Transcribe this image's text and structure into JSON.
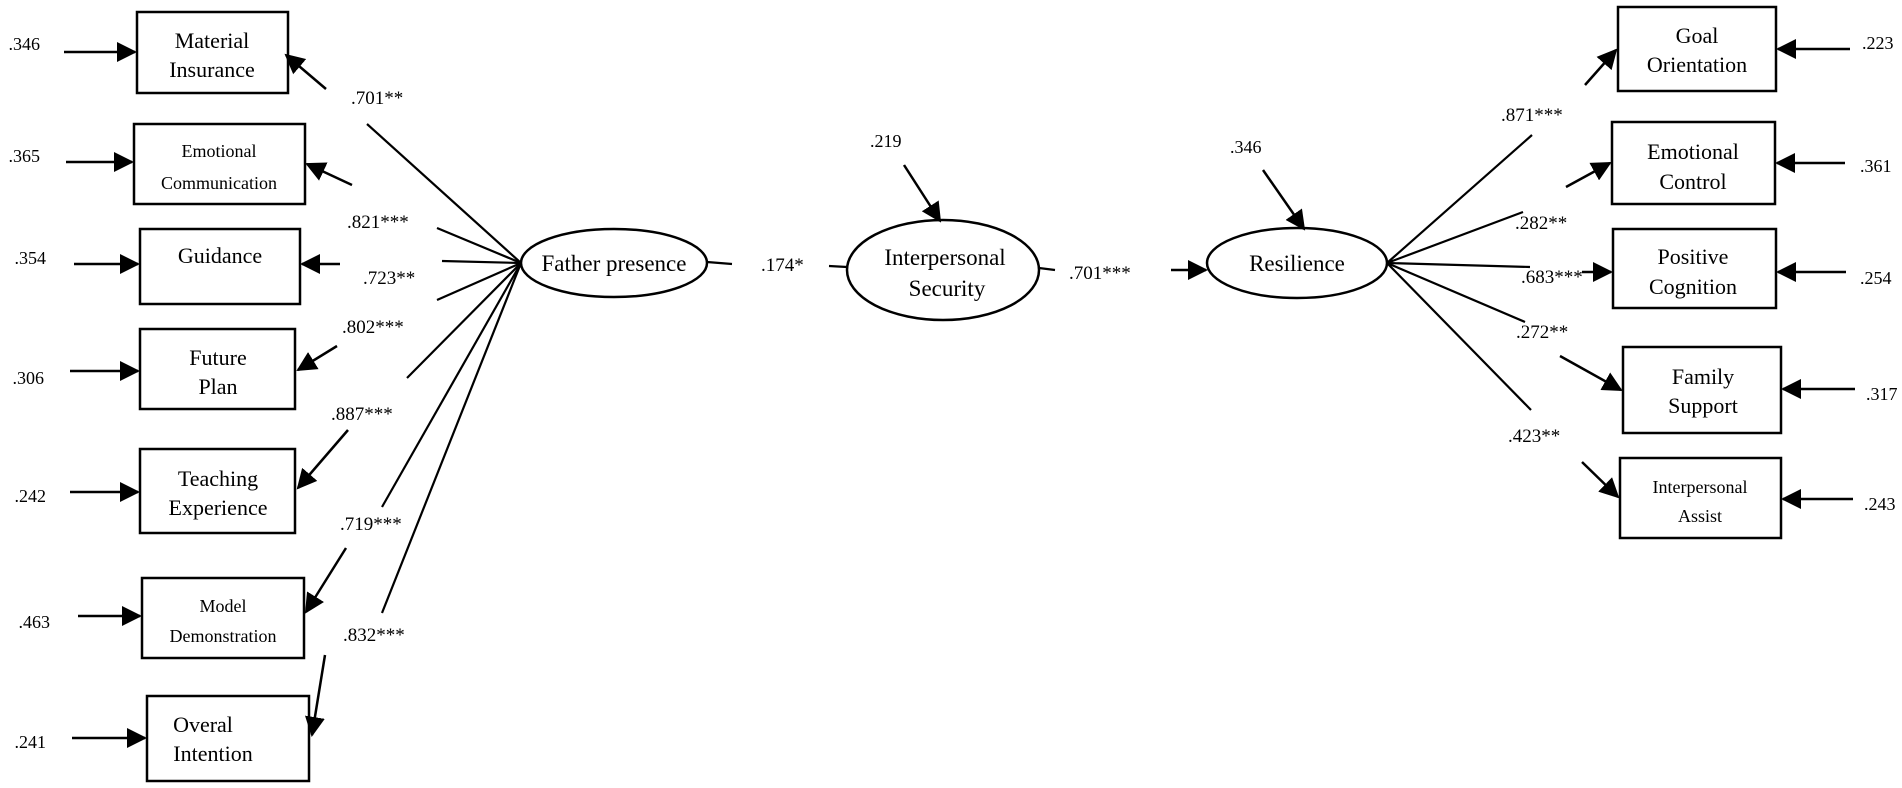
{
  "latent": {
    "father_presence": "Father presence",
    "interpersonal_security": [
      "Interpersonal",
      "Security"
    ],
    "resilience": "Resilience"
  },
  "latent_residuals": {
    "interpersonal_security": ".219",
    "resilience": ".346"
  },
  "paths": {
    "father_to_security": ".174*",
    "security_to_resilience": ".701***"
  },
  "left_indicators": [
    {
      "lines": [
        "Material",
        "Insurance"
      ],
      "loading": ".701**",
      "error": ".346",
      "small": false
    },
    {
      "lines": [
        "Emotional",
        "Communication"
      ],
      "loading": ".821***",
      "error": ".365",
      "small": true
    },
    {
      "lines": [
        "Guidance"
      ],
      "loading": ".723**",
      "error": ".354",
      "small": false
    },
    {
      "lines": [
        "Future",
        "Plan"
      ],
      "loading": ".802***",
      "error": ".306",
      "small": false
    },
    {
      "lines": [
        "Teaching",
        "Experience"
      ],
      "loading": ".887***",
      "error": ".242",
      "small": false
    },
    {
      "lines": [
        "Model",
        "Demonstration"
      ],
      "loading": ".719***",
      "error": ".463",
      "small": true
    },
    {
      "lines": [
        "Overal",
        "Intention"
      ],
      "loading": ".832***",
      "error": ".241",
      "small": false
    }
  ],
  "right_indicators": [
    {
      "lines": [
        "Goal",
        "Orientation"
      ],
      "loading": ".871***",
      "error": ".223",
      "small": false
    },
    {
      "lines": [
        "Emotional",
        "Control"
      ],
      "loading": ".282**",
      "error": ".361",
      "small": false
    },
    {
      "lines": [
        "Positive",
        "Cognition"
      ],
      "loading": ".683***",
      "error": ".254",
      "small": false
    },
    {
      "lines": [
        "Family",
        "Support"
      ],
      "loading": ".272**",
      "error": ".317",
      "small": false
    },
    {
      "lines": [
        "Interpersonal",
        "Assist"
      ],
      "loading": ".423**",
      "error": ".243",
      "small": true
    }
  ],
  "colors": {
    "stroke": "#000000",
    "background": "#ffffff"
  }
}
